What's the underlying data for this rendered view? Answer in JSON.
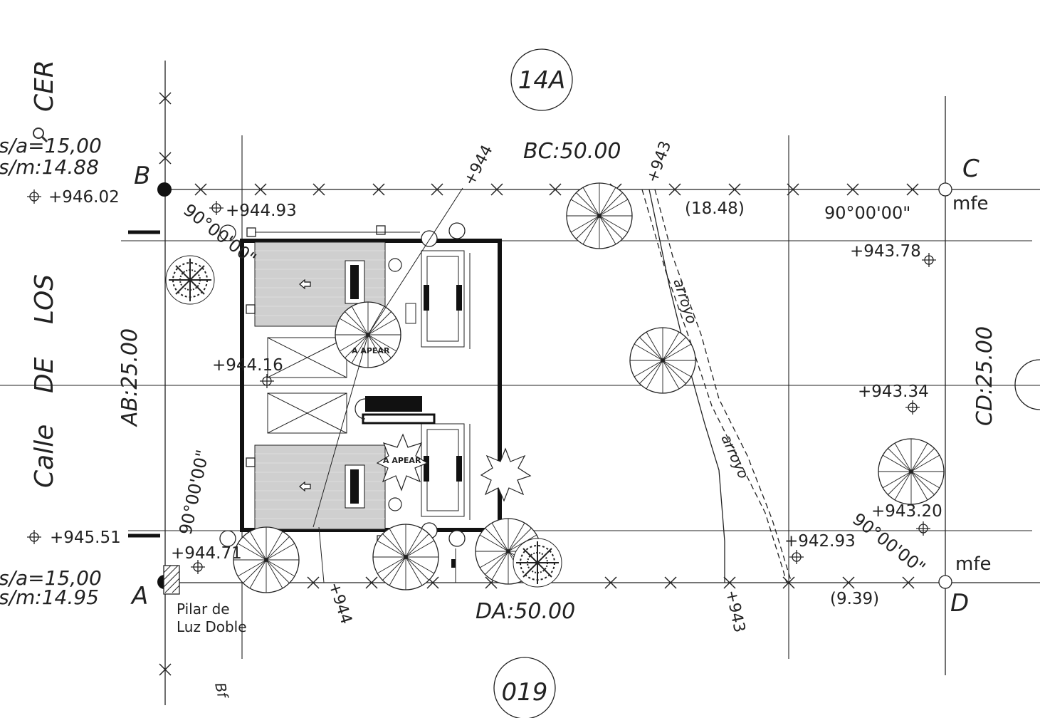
{
  "lot_number_top": "14A",
  "lot_number_bottom": "019",
  "street": {
    "name_words": [
      "Calle",
      "DE",
      "LOS",
      "CER"
    ],
    "left_top_1": "s/a=15,00",
    "left_top_2": "s/m:14.88",
    "left_bottom_1": "s/a=15,00",
    "left_bottom_2": "s/m:14.95"
  },
  "vertices": {
    "A": "A",
    "B": "B",
    "C": "C",
    "D": "D"
  },
  "sides": {
    "bc": "BC:50.00",
    "da": "DA:50.00",
    "ab": "AB:25.00",
    "cd": "CD:25.00"
  },
  "partials": {
    "top": "(18.48)",
    "bottom": "(9.39)"
  },
  "angles": [
    "90°00'00\"",
    "90°00'00\"",
    "90°00'00\"",
    "90°00'00\""
  ],
  "levels": {
    "b": "+946.02",
    "b_inner": "+944.93",
    "mid_left": "+944.16",
    "a": "+945.51",
    "a_inner": "+944.71",
    "right_top": "+943.78",
    "right_mid": "+943.34",
    "right_low": "+943.20",
    "bottom_mid": "+942.93"
  },
  "contours": {
    "top_944": "+944",
    "top_943": "+943",
    "bottom_944": "+944",
    "bottom_943": "+943"
  },
  "stream": [
    "arroyo",
    "arroyo"
  ],
  "mfe": [
    "mfe",
    "mfe"
  ],
  "pillar": [
    "Pilar de",
    "Luz Doble"
  ],
  "bf": "Bf",
  "tree_notes": [
    "A APEAR",
    "A APEAR"
  ]
}
